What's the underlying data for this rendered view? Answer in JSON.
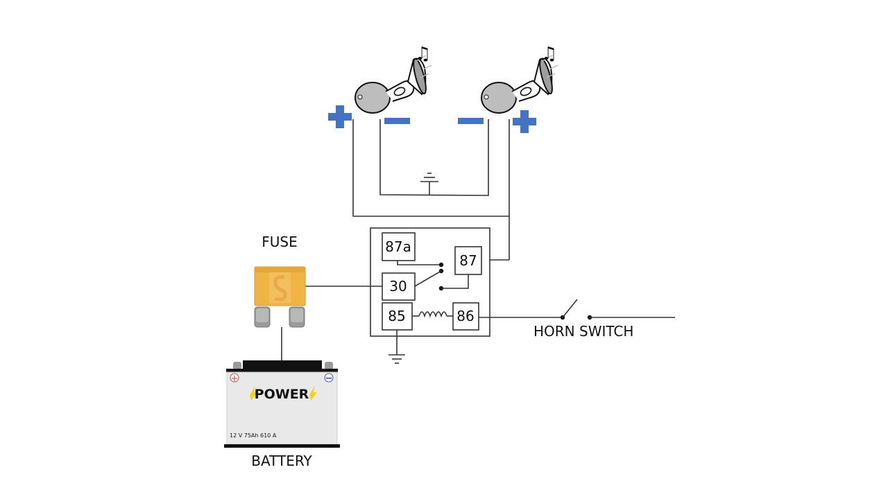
{
  "diagram": {
    "title": "Horn relay wiring diagram",
    "labels": {
      "fuse": "FUSE",
      "battery": "BATTERY",
      "horn_switch": "HORN SWITCH"
    },
    "relay": {
      "terminals": [
        "87a",
        "87",
        "30",
        "85",
        "86"
      ]
    },
    "battery": {
      "brand": "POWER",
      "specs": "12 V  75Ah  610 A",
      "pos_symbol": "+",
      "neg_symbol": "−"
    },
    "horns": [
      {
        "name": "left-horn",
        "note_icon": "♫",
        "terminals": [
          "+",
          "−"
        ]
      },
      {
        "name": "right-horn",
        "note_icon": "♫",
        "terminals": [
          "−",
          "+"
        ]
      }
    ],
    "colors": {
      "polarity_blue": "#4472c4",
      "fuse_orange": "#f0b445",
      "wire": "#333333",
      "bolt_yellow": "#f2d21b"
    }
  }
}
